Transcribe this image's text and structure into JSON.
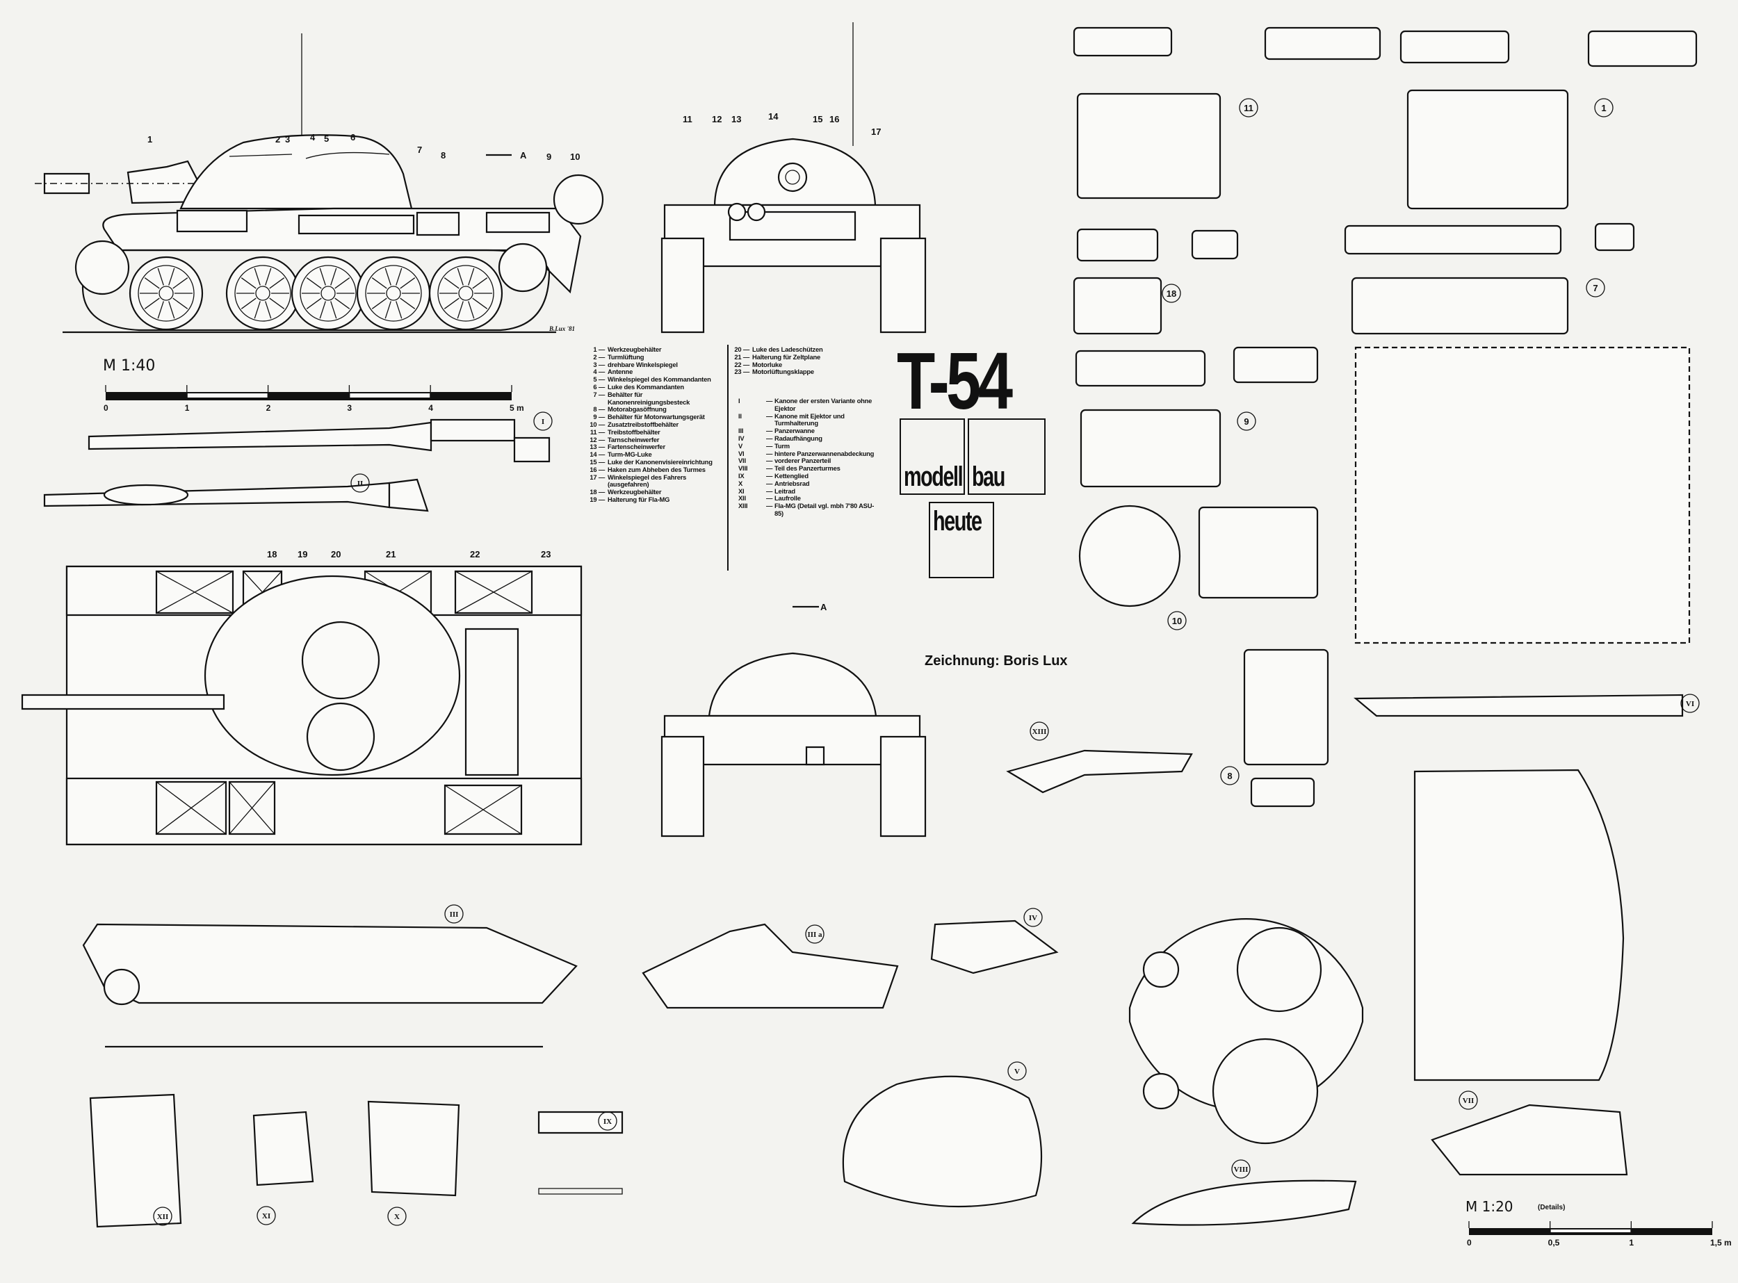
{
  "title": "T-54",
  "publisher": {
    "word1": "modell",
    "word2": "bau",
    "word3": "heute"
  },
  "credit": "Zeichnung: Boris Lux",
  "signature": "B.Lux '81",
  "view_marker": "A",
  "scale_main": {
    "label": "M 1:40",
    "ticks": [
      "0",
      "1",
      "2",
      "3",
      "4",
      "5 m"
    ]
  },
  "scale_detail": {
    "label": "M 1:20",
    "note": "(Details)",
    "ticks": [
      "0",
      "0,5",
      "1",
      "1,5 m"
    ]
  },
  "legend_numbered": [
    {
      "num": "1",
      "text": "Werkzeugbehälter"
    },
    {
      "num": "2",
      "text": "Turmlüftung"
    },
    {
      "num": "3",
      "text": "drehbare Winkelspiegel"
    },
    {
      "num": "4",
      "text": "Antenne"
    },
    {
      "num": "5",
      "text": "Winkelspiegel des Kommandanten"
    },
    {
      "num": "6",
      "text": "Luke des Kommandanten"
    },
    {
      "num": "7",
      "text": "Behälter für Kanonenreinigungsbesteck"
    },
    {
      "num": "8",
      "text": "Motorabgasöffnung"
    },
    {
      "num": "9",
      "text": "Behälter für Motorwartungsgerät"
    },
    {
      "num": "10",
      "text": "Zusatztreibstoffbehälter"
    },
    {
      "num": "11",
      "text": "Treibstoffbehälter"
    },
    {
      "num": "12",
      "text": "Tarnscheinwerfer"
    },
    {
      "num": "13",
      "text": "Fartenscheinwerfer"
    },
    {
      "num": "14",
      "text": "Turm-MG-Luke"
    },
    {
      "num": "15",
      "text": "Luke der Kanonenvisiereinrichtung"
    },
    {
      "num": "16",
      "text": "Haken zum Abheben des Turmes"
    },
    {
      "num": "17",
      "text": "Winkelspiegel des Fahrers (ausgefahren)"
    },
    {
      "num": "18",
      "text": "Werkzeugbehälter"
    },
    {
      "num": "19",
      "text": "Halterung für Fla-MG"
    },
    {
      "num": "20",
      "text": "Luke des Ladeschützen"
    },
    {
      "num": "21",
      "text": "Halterung für Zeltplane"
    },
    {
      "num": "22",
      "text": "Motorluke"
    },
    {
      "num": "23",
      "text": "Motorlüftungsklappe"
    }
  ],
  "legend_roman": [
    {
      "num": "I",
      "text": "Kanone der ersten Variante ohne Ejektor"
    },
    {
      "num": "II",
      "text": "Kanone mit Ejektor und Turmhalterung"
    },
    {
      "num": "III",
      "text": "Panzerwanne"
    },
    {
      "num": "IV",
      "text": "Radaufhängung"
    },
    {
      "num": "V",
      "text": "Turm"
    },
    {
      "num": "VI",
      "text": "hintere Panzerwannenabdeckung"
    },
    {
      "num": "VII",
      "text": "vorderer Panzerteil"
    },
    {
      "num": "VIII",
      "text": "Teil des Panzerturmes"
    },
    {
      "num": "IX",
      "text": "Kettenglied"
    },
    {
      "num": "X",
      "text": "Antriebsrad"
    },
    {
      "num": "XI",
      "text": "Leitrad"
    },
    {
      "num": "XII",
      "text": "Laufrolle"
    },
    {
      "num": "XIII",
      "text": "Fla-MG (Detail vgl. mbh 7'80 ASU-85)"
    }
  ],
  "legend_dash": "—",
  "callouts": {
    "side": [
      "1",
      "2",
      "3",
      "4",
      "5",
      "6",
      "7",
      "8",
      "9",
      "10"
    ],
    "front": [
      "11",
      "12",
      "13",
      "14",
      "15",
      "16",
      "17"
    ],
    "top": [
      "18",
      "19",
      "20",
      "21",
      "22",
      "23"
    ]
  },
  "detail_labels": {
    "I": "I",
    "II": "II",
    "III": "III",
    "IIIa": "III a",
    "IV": "IV",
    "V": "V",
    "VI": "VI",
    "VII": "VII",
    "VIII": "VIII",
    "IX": "IX",
    "X": "X",
    "XI": "XI",
    "XII": "XII",
    "XIII": "XIII"
  },
  "part_numbers": {
    "p11": "11",
    "p1": "1",
    "p18": "18",
    "p7": "7",
    "p9": "9",
    "p10": "10",
    "p8": "8"
  }
}
